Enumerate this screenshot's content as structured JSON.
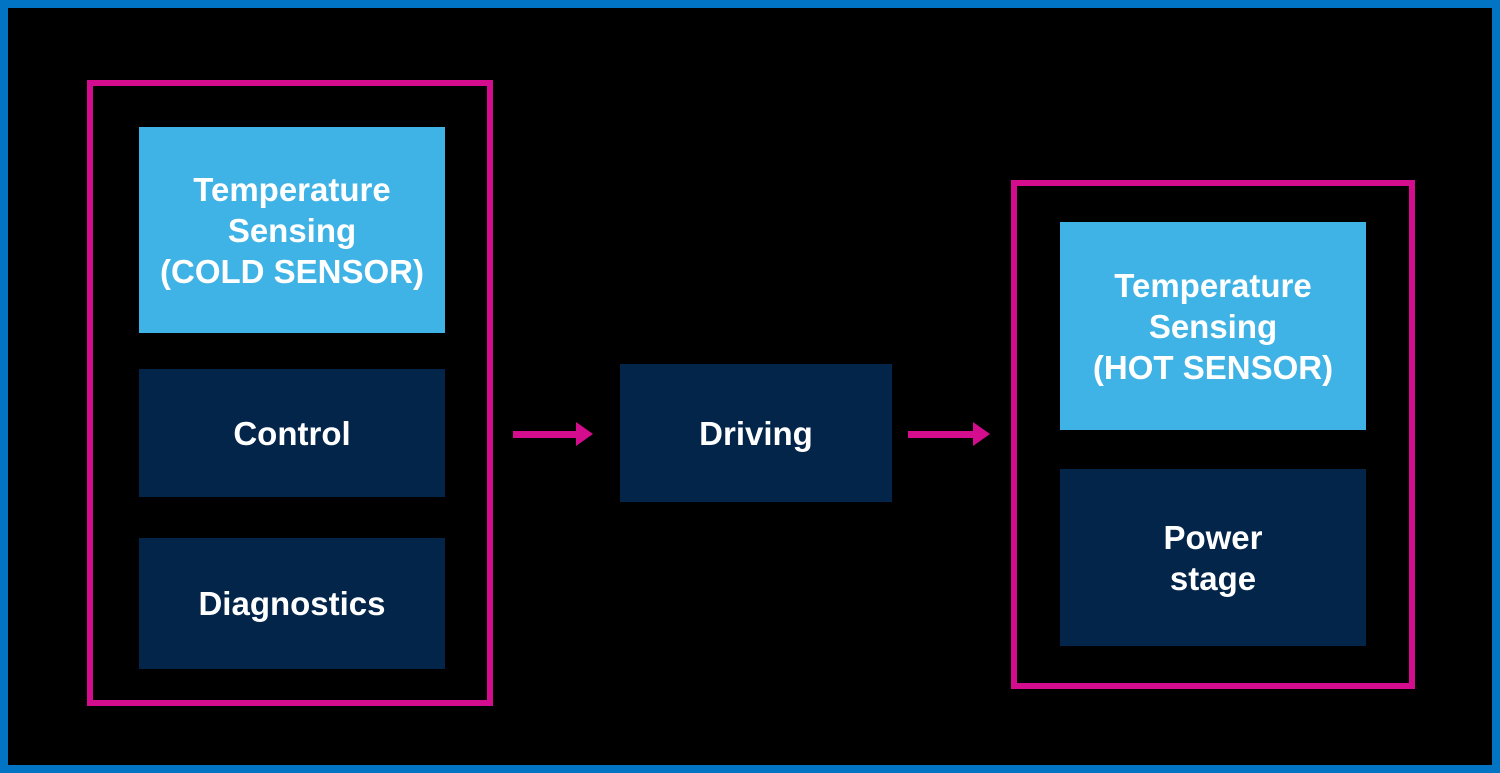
{
  "colors": {
    "page_background": "#000000",
    "outer_border": "#0174C4",
    "group_border": "#D30D8D",
    "arrow": "#D30D8D",
    "light_blue_box": "#3FB3E5",
    "navy_box": "#04254A",
    "box_text": "#FFFFFF"
  },
  "diagram": {
    "left_group": {
      "boxes": [
        {
          "label": "Temperature\nSensing\n(COLD SENSOR)",
          "style": "light"
        },
        {
          "label": "Control",
          "style": "dark"
        },
        {
          "label": "Diagnostics",
          "style": "dark"
        }
      ]
    },
    "driving_box": {
      "label": "Driving",
      "style": "dark"
    },
    "right_group": {
      "boxes": [
        {
          "label": "Temperature\nSensing\n(HOT SENSOR)",
          "style": "light"
        },
        {
          "label": "Power\nstage",
          "style": "dark"
        }
      ]
    },
    "arrows": [
      {
        "name": "cold-group-to-driving",
        "direction": "right"
      },
      {
        "name": "driving-to-hot-group",
        "direction": "right"
      }
    ]
  }
}
